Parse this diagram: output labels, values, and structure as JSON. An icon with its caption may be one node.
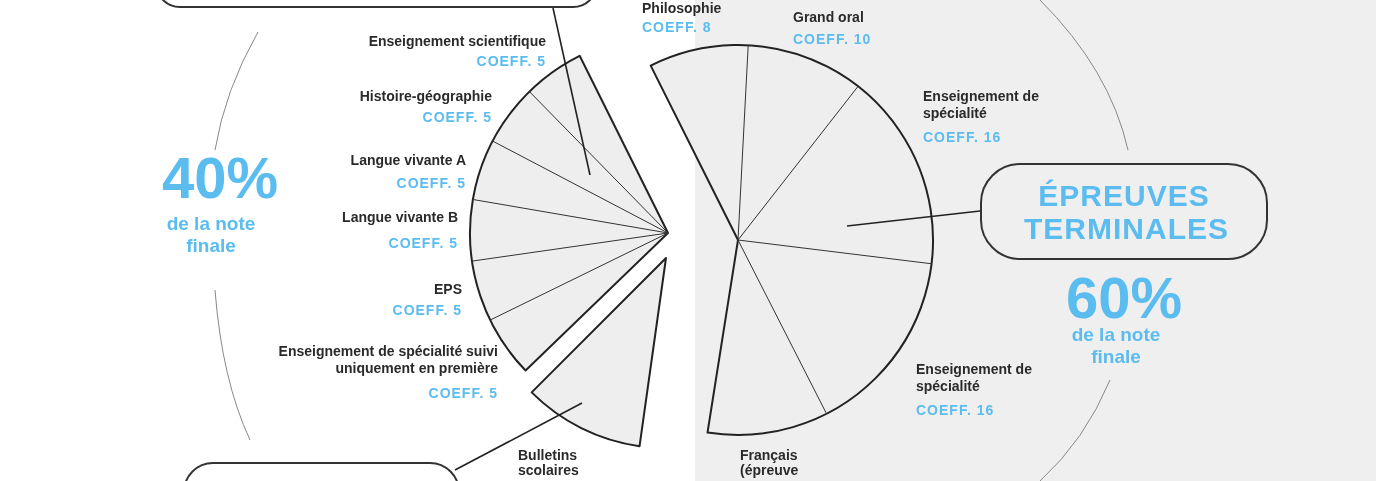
{
  "diagram": {
    "nodes": [
      {
        "text": [],
        "shape": "box"
      },
      {
        "text": [],
        "shape": "box"
      },
      {
        "text": [
          "ÉPREUVES TERMINALES"
        ],
        "beside": [
          "60%",
          "de la note finale"
        ]
      },
      {
        "text": [],
        "shape": "sector"
      },
      {
        "text": [],
        "shape": "sector"
      },
      {
        "text": [],
        "shape": "sector"
      }
    ],
    "edges": [
      {
        "from": 0,
        "to": 3,
        "arrow": "none"
      },
      {
        "from": 1,
        "to": 4,
        "arrow": "none"
      },
      {
        "from": 2,
        "to": 5,
        "arrow": "none"
      }
    ],
    "labels": [
      "Philosophie",
      "COEFF. 8",
      "Grand oral",
      "COEFF. 10",
      "Enseignement scientifique",
      "COEFF. 5",
      "Enseignement de spécialité",
      "COEFF. 16",
      "Histoire-géographie",
      "COEFF. 5",
      "Langue vivante A",
      "COEFF. 5",
      "40%",
      "de la note finale",
      "Langue vivante B",
      "COEFF. 5",
      "EPS",
      "COEFF. 5",
      "Enseignement de spécialité suivi uniquement en première",
      "COEFF. 5",
      "Enseignement de spécialité",
      "COEFF. 16",
      "Bulletins scolaires",
      "Français (épreuve"
    ]
  }
}
